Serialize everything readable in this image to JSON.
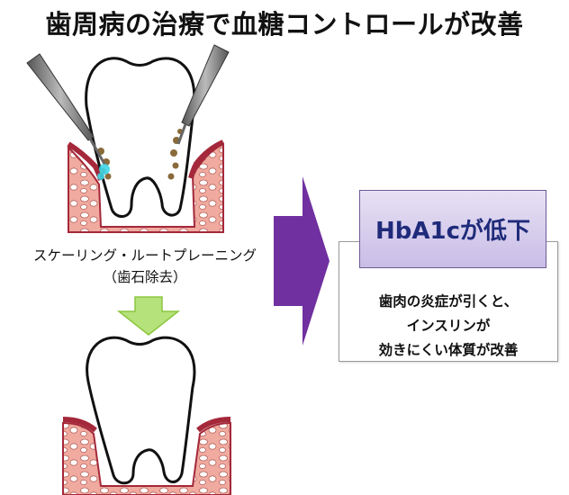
{
  "title": "歯周病の治療で血糖コントロールが改善",
  "procedure": {
    "name": "スケーリング・ルートプレーニング",
    "detail": "（歯石除去）"
  },
  "result": {
    "headline": "HbA1cが低下",
    "lines": [
      "歯肉の炎症が引くと、",
      "インスリンが",
      "効きにくい体質が改善"
    ]
  },
  "colors": {
    "arrow_purple": "#7030a0",
    "arrow_green": "#b5e27a",
    "gum_pink": "#f0aaa0",
    "gum_border": "#a4283a",
    "tartar": "#8a6a3a"
  }
}
